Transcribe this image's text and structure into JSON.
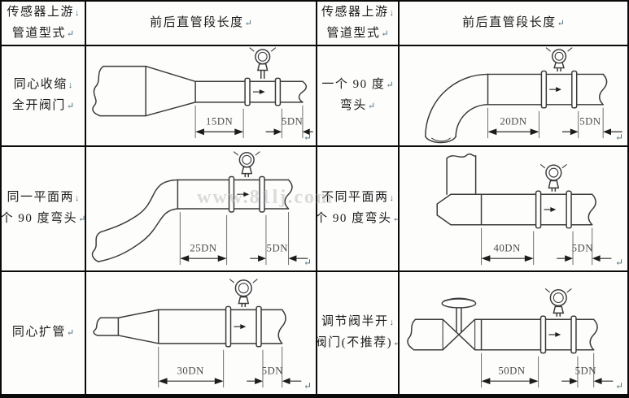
{
  "document": {
    "kind": "flow-sensor straight-pipe requirement table"
  },
  "marks": {
    "line_break": "↓",
    "paragraph": "↵"
  },
  "watermark": {
    "text": "www.81lj.com"
  },
  "headers": {
    "upstream_type_line1": "传感器上游",
    "upstream_type_line2": "管道型式",
    "straight_length": "前后直管段长度"
  },
  "rows": [
    {
      "left": {
        "type_line1": "同心收缩",
        "type_line1_mark": "↓",
        "type_line2": "全开阀门",
        "type_line2_mark": "↵",
        "diagram": "concentric-reducer-full-open-valve",
        "upstream_length": "15DN",
        "downstream_length": "5DN"
      },
      "right": {
        "type_line1": "一个 90 度",
        "type_line1_mark": "↵",
        "type_line2": "弯头",
        "type_line2_mark": "↵",
        "diagram": "single-90-degree-elbow",
        "upstream_length": "20DN",
        "downstream_length": "5DN"
      }
    },
    {
      "left": {
        "type_line1": "同一平面两",
        "type_line1_mark": "↓",
        "type_line2": "个 90 度弯头",
        "type_line2_mark": "↵",
        "diagram": "two-90-degree-elbows-same-plane",
        "upstream_length": "25DN",
        "downstream_length": "5DN"
      },
      "right": {
        "type_line1": "不同平面两",
        "type_line1_mark": "↓",
        "type_line2": "个 90 度弯头",
        "type_line2_mark": "↵",
        "diagram": "two-90-degree-elbows-different-planes",
        "upstream_length": "40DN",
        "downstream_length": "5DN"
      }
    },
    {
      "left": {
        "type_line1": "同心扩管",
        "type_line1_mark": "↵",
        "type_line2": "",
        "type_line2_mark": "",
        "diagram": "concentric-expander",
        "upstream_length": "30DN",
        "downstream_length": "5DN"
      },
      "right": {
        "type_line1": "调节阀半开",
        "type_line1_mark": "↓",
        "type_line2": "阀门(不推荐)",
        "type_line2_mark": "↵",
        "diagram": "half-open-regulating-valve-not-recommended",
        "upstream_length": "50DN",
        "downstream_length": "5DN"
      }
    }
  ]
}
